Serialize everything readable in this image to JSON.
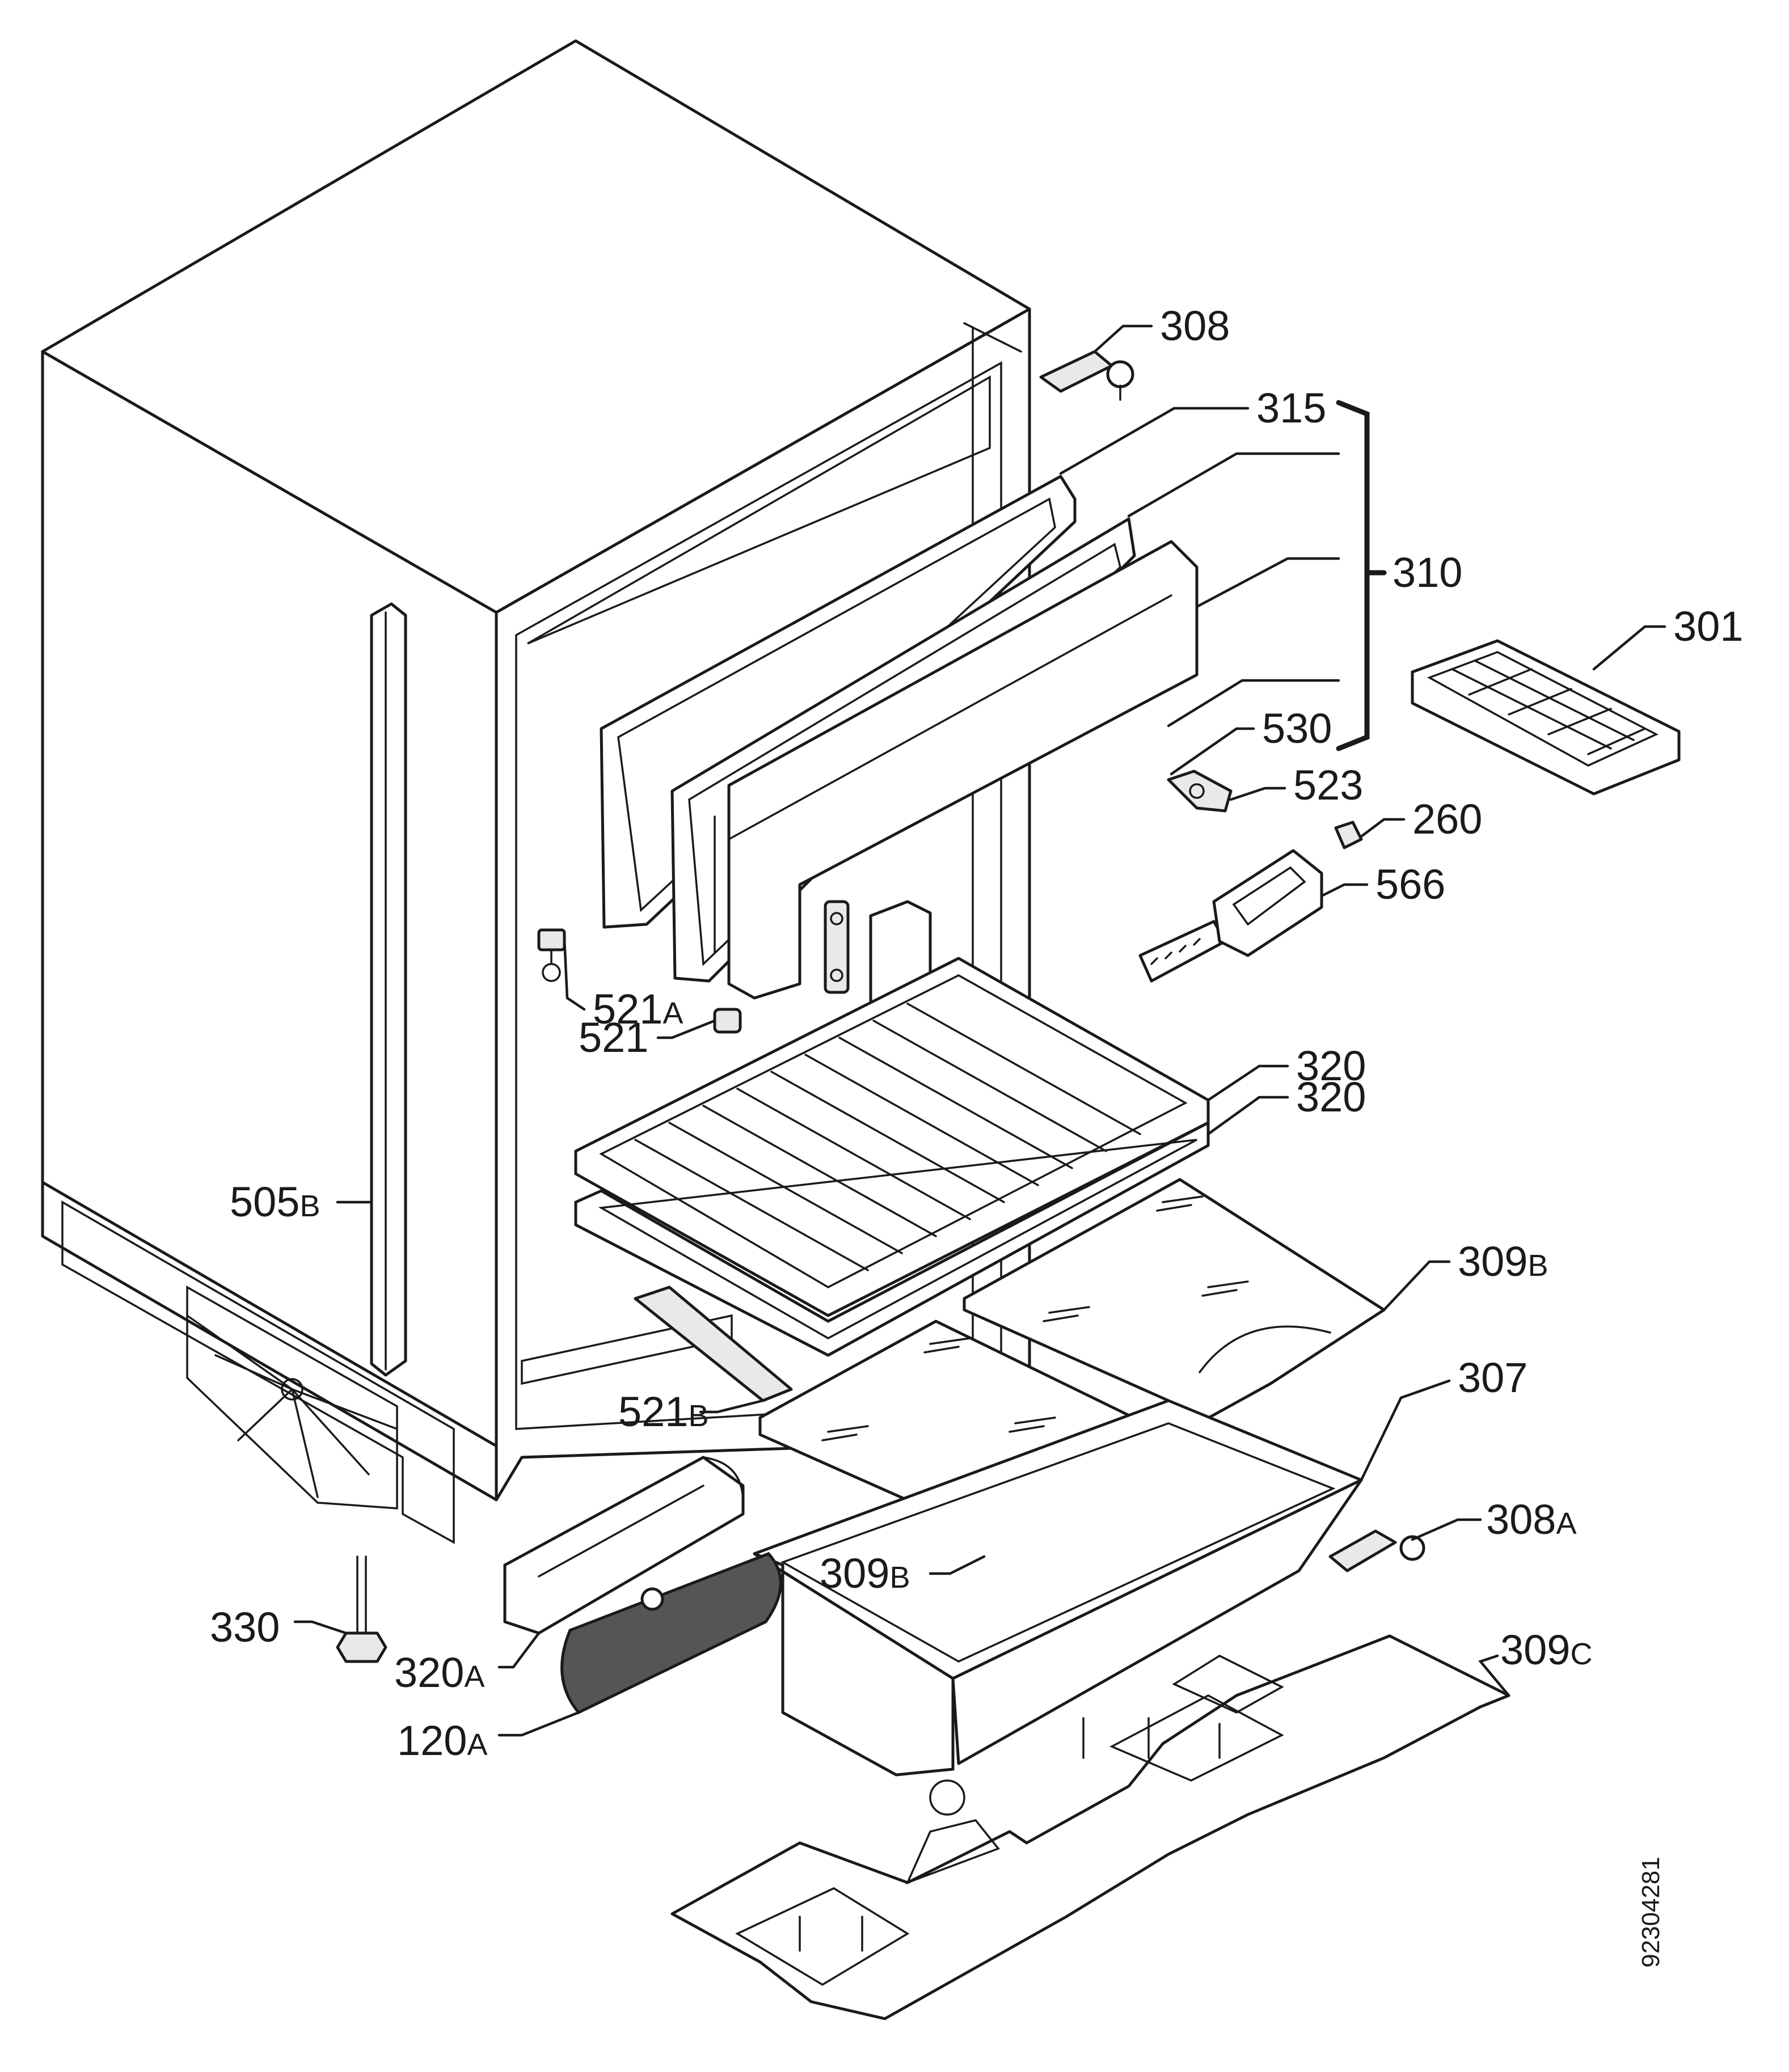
{
  "diagram": {
    "document_number": "92304281",
    "callouts": [
      {
        "id": "c308",
        "number": "308",
        "suffix": ""
      },
      {
        "id": "c315",
        "number": "315",
        "suffix": ""
      },
      {
        "id": "c310",
        "number": "310",
        "suffix": ""
      },
      {
        "id": "c301",
        "number": "301",
        "suffix": ""
      },
      {
        "id": "c530",
        "number": "530",
        "suffix": ""
      },
      {
        "id": "c523",
        "number": "523",
        "suffix": ""
      },
      {
        "id": "c260",
        "number": "260",
        "suffix": ""
      },
      {
        "id": "c566",
        "number": "566",
        "suffix": ""
      },
      {
        "id": "c521a",
        "number": "521",
        "suffix": "A"
      },
      {
        "id": "c521",
        "number": "521",
        "suffix": ""
      },
      {
        "id": "c320t",
        "number": "320",
        "suffix": ""
      },
      {
        "id": "c320b",
        "number": "320",
        "suffix": ""
      },
      {
        "id": "c505b",
        "number": "505",
        "suffix": "B"
      },
      {
        "id": "c309bt",
        "number": "309",
        "suffix": "B"
      },
      {
        "id": "c307",
        "number": "307",
        "suffix": ""
      },
      {
        "id": "c521b",
        "number": "521",
        "suffix": "B"
      },
      {
        "id": "c308a",
        "number": "308",
        "suffix": "A"
      },
      {
        "id": "c309bb",
        "number": "309",
        "suffix": "B"
      },
      {
        "id": "c330",
        "number": "330",
        "suffix": ""
      },
      {
        "id": "c309c",
        "number": "309",
        "suffix": "C"
      },
      {
        "id": "c320a",
        "number": "320",
        "suffix": "A"
      },
      {
        "id": "c120a",
        "number": "120",
        "suffix": "A"
      }
    ]
  }
}
